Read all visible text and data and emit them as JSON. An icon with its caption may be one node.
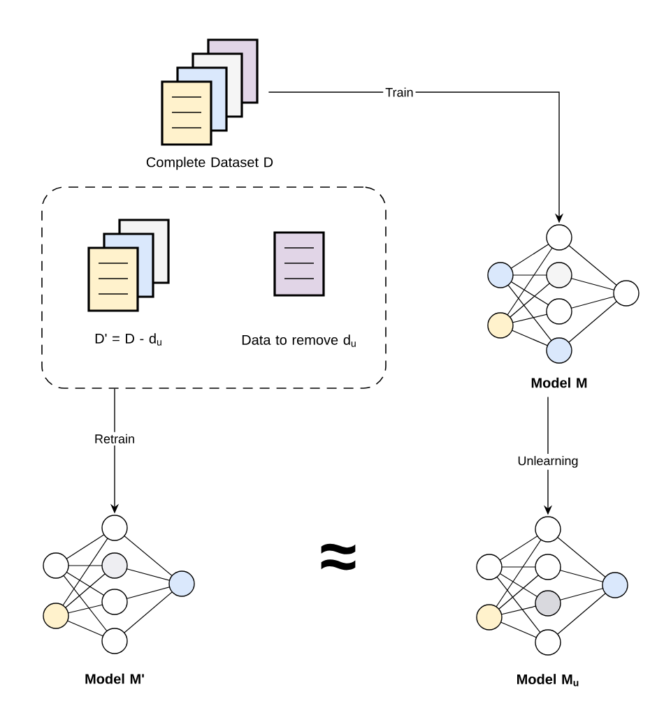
{
  "diagram": {
    "nodes": [
      {
        "text": [
          "Complete Dataset D"
        ]
      },
      {
        "text": [],
        "shape": "box"
      },
      {
        "text": [
          "D' = D - d$_{u}$"
        ],
        "in": 1
      },
      {
        "text": [
          "Data to remove d$_{u}$"
        ],
        "in": 1
      },
      {
        "text": [
          "Model M"
        ]
      },
      {
        "text": [
          "Model M'"
        ]
      },
      {
        "text": [
          "Model M$_{u}$"
        ]
      }
    ],
    "edges": [
      {
        "from": 0,
        "to": 4,
        "arrow": "to",
        "label": "Train"
      },
      {
        "from": 1,
        "to": 5,
        "arrow": "to",
        "label": "Retrain"
      },
      {
        "from": 4,
        "to": 6,
        "arrow": "to",
        "label": "Unlearning"
      }
    ],
    "labels": [
      "≈"
    ]
  }
}
